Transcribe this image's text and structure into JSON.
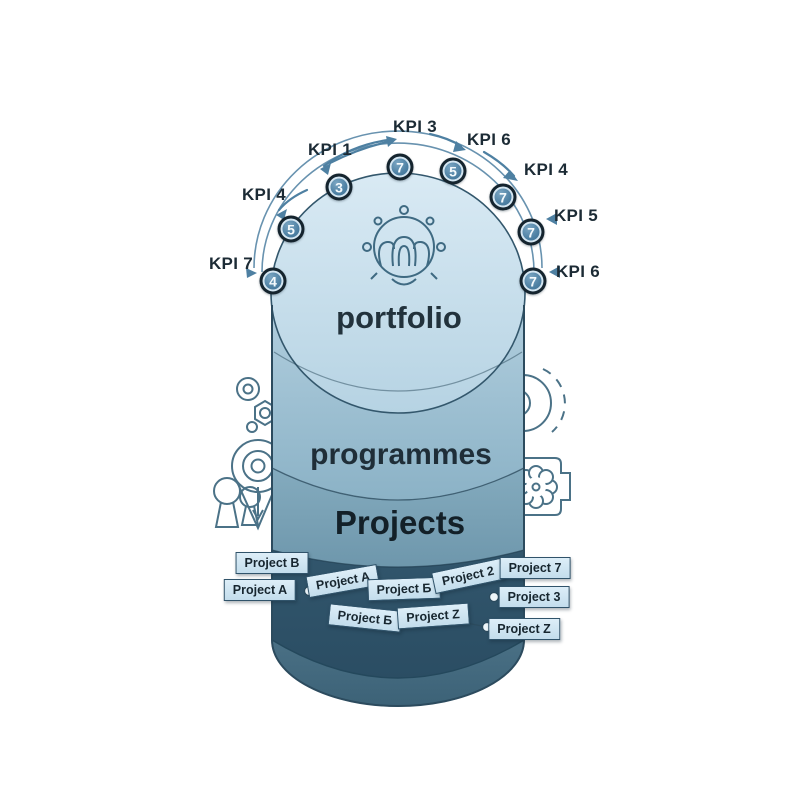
{
  "diagram": {
    "levels": {
      "portfolio": "portfolio",
      "programmes": "programmes",
      "projects": "Projects"
    },
    "center_icon": "idea-lightbulb-icon"
  },
  "arc": {
    "kpi_labels": [
      {
        "text": "KPI 7"
      },
      {
        "text": "KPI 4"
      },
      {
        "text": "KPI 1"
      },
      {
        "text": "KPI 3"
      },
      {
        "text": "KPI 6"
      },
      {
        "text": "KPI 4"
      },
      {
        "text": "KPI 5"
      },
      {
        "text": "KPI 6"
      }
    ],
    "badges": [
      {
        "value": "4"
      },
      {
        "value": "5"
      },
      {
        "value": "3"
      },
      {
        "value": "7"
      },
      {
        "value": "5"
      },
      {
        "value": "7"
      },
      {
        "value": "7"
      },
      {
        "value": "7"
      }
    ]
  },
  "project_labels": [
    {
      "text": "Project B"
    },
    {
      "text": "Project A"
    },
    {
      "text": "Project A"
    },
    {
      "text": "Project Б"
    },
    {
      "text": "Project 2"
    },
    {
      "text": "Project 7"
    },
    {
      "text": "Project 3"
    },
    {
      "text": "Project Б"
    },
    {
      "text": "Project Z"
    },
    {
      "text": "Project Z"
    }
  ],
  "colors": {
    "portfolio_fill": "#cfe2ee",
    "programmes_fill": "#a3c4d5",
    "projects_lid_fill": "#7fa6b8",
    "projects_body_fill": "#35596f",
    "outline": "#2c4b5e",
    "arrow_accent": "#4e80a2",
    "badge_fill": "#4c7fa2",
    "label_box_fill": "#cfe6f3"
  },
  "side_icons": [
    "target-icon",
    "shield-icon",
    "map-pin-icon",
    "trees-icon",
    "bulb-radiate-icon",
    "gear-frame-icon"
  ]
}
